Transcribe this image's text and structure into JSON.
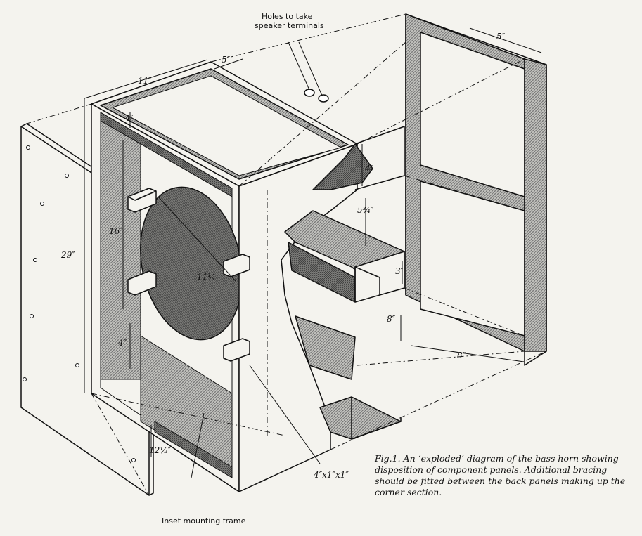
{
  "labels": {
    "holes_note": "Holes to take",
    "holes_note2": "speaker terminals",
    "dim_11": "11″",
    "dim_5_top": "5″",
    "dim_5_right": "5″",
    "dim_4_top": "4″",
    "dim_29": "29″",
    "dim_16": "16″",
    "dim_11_quarter": "11¼",
    "dim_4_bottom": "4″",
    "dim_4_horn": "4″",
    "dim_5_three_quarter": "5¾″",
    "dim_3": "3″",
    "dim_8_vert": "8″",
    "dim_8_horiz": "8″",
    "dim_12_half": "12½″",
    "block_size": "4″x1″x1″",
    "inset_frame": "Inset mounting frame"
  },
  "caption": "Fig.1.  An ‘exploded’ diagram of the bass horn showing disposition of component panels. Additional bracing should be fitted between the back panels making up the corner section.",
  "colors": {
    "ink": "#111111",
    "paper": "#f4f3ee",
    "hatch": "#8a8a8a"
  }
}
